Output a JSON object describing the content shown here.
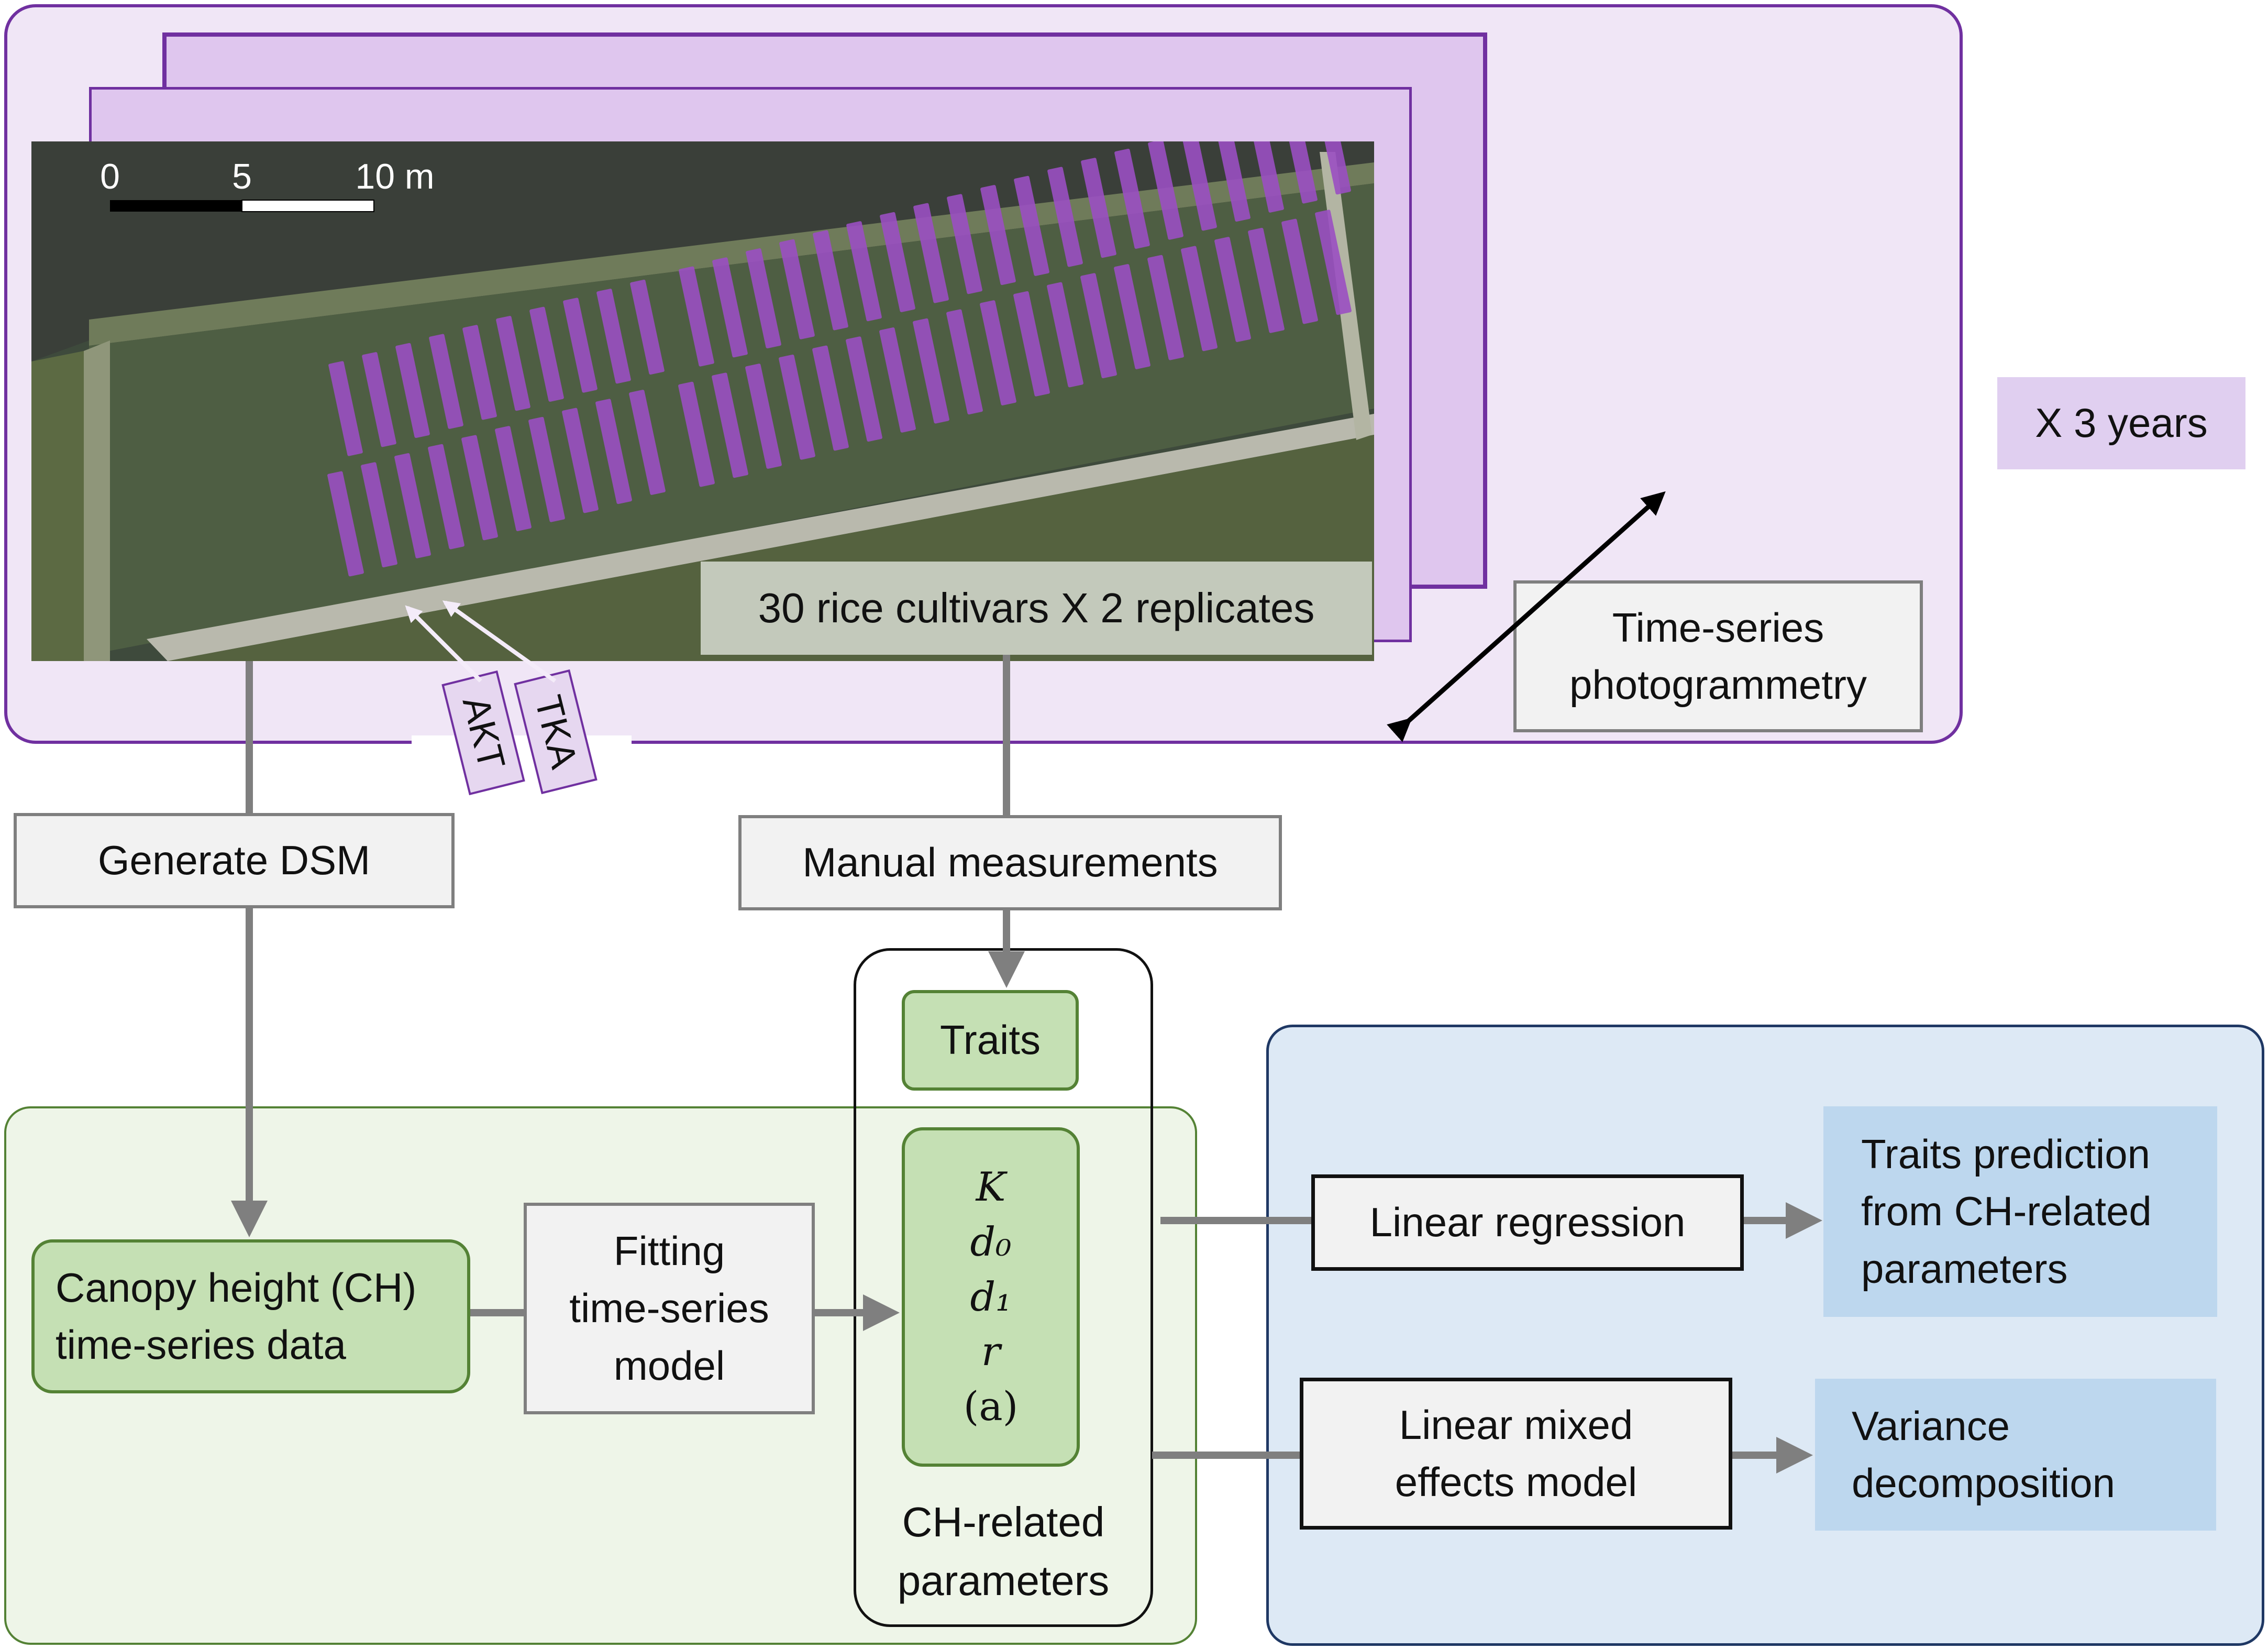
{
  "top_panel": {
    "scale_bar": {
      "tick_0": "0",
      "tick_5": "5",
      "tick_10": "10 m"
    },
    "plots_caption": "30 rice cultivars X 2 replicates",
    "cultivar_tags": [
      "AKT",
      "TKA"
    ],
    "years_label": "X 3 years",
    "photogrammetry_label": "Time-series\nphotogrammetry",
    "plot_color": "#9a4fc2",
    "panel_fill": "#f0e6f6",
    "panel_border": "#7030a0"
  },
  "steps": {
    "generate_dsm": "Generate DSM",
    "manual_measurements": "Manual measurements"
  },
  "green_panel": {
    "ch_data": "Canopy height (CH)\ntime-series data",
    "fitting_model": "Fitting\ntime-series\nmodel",
    "traits": "Traits",
    "params": [
      "K",
      "d₀",
      "d₁",
      "r",
      "(a)"
    ],
    "params_caption": "CH-related\nparameters",
    "fill": "#eef5e8",
    "border": "#548235"
  },
  "blue_panel": {
    "linear_regression": "Linear regression",
    "traits_prediction": "Traits prediction\nfrom CH-related\nparameters",
    "linear_mixed": "Linear mixed\neffects model",
    "variance": "Variance\ndecomposition",
    "fill": "#dde9f5",
    "border": "#1f3864"
  }
}
